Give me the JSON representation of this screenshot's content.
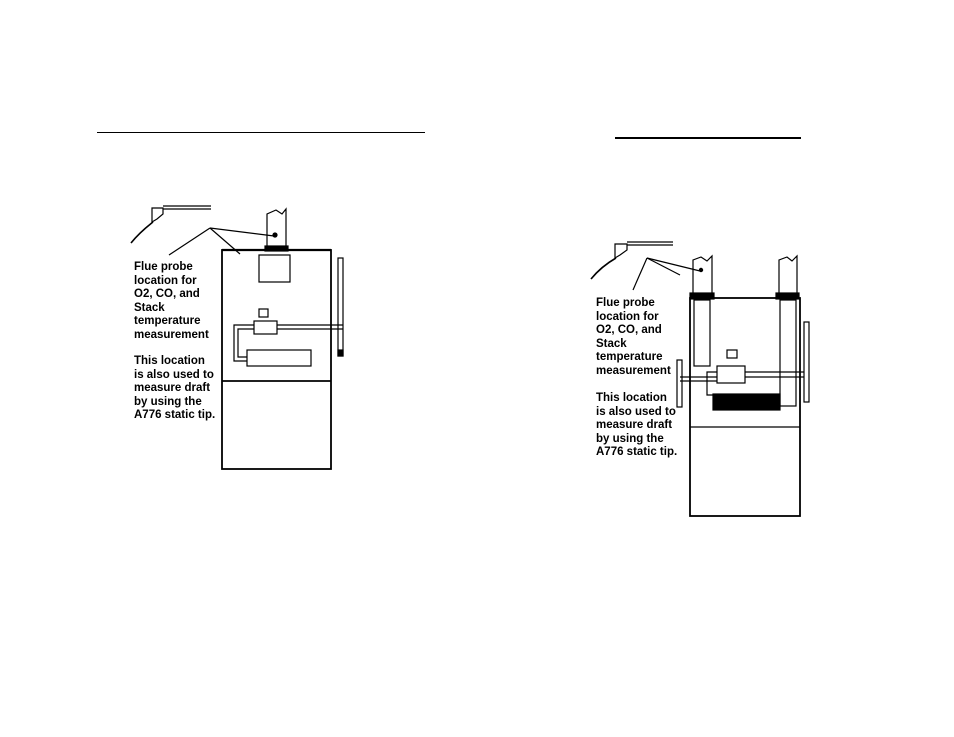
{
  "left_diagram": {
    "probe_label": "Flue probe\nlocation for\nO2, CO, and\nStack\ntemperature\nmeasurement",
    "draft_label": "This location\nis also used to\nmeasure draft\nby using the\nA776 static tip."
  },
  "right_diagram": {
    "probe_label": "Flue probe\nlocation for\nO2, CO, and\nStack\ntemperature\nmeasurement",
    "draft_label": "This location\nis also used to\nmeasure draft\nby using the\nA776 static tip."
  }
}
